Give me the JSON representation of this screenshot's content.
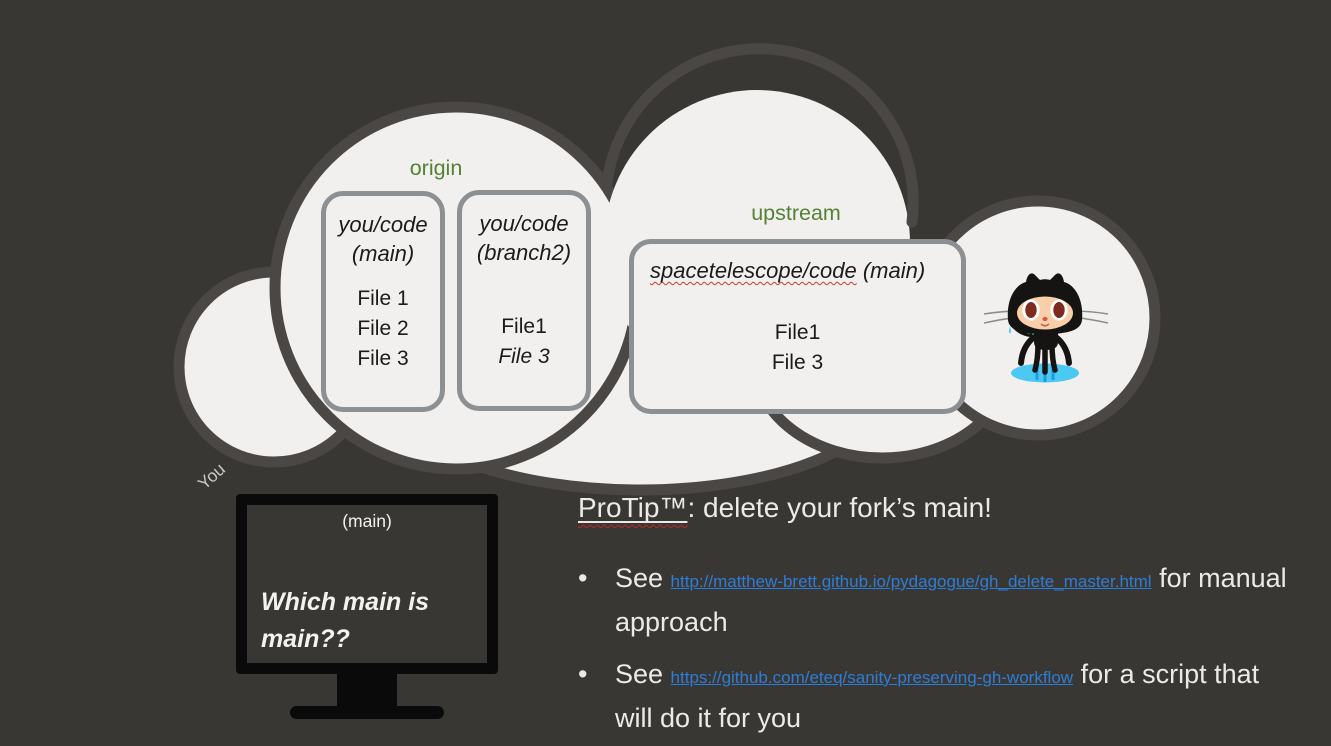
{
  "colors": {
    "background": "#393734",
    "cloud_fill": "#f1f0ee",
    "cloud_outline": "#4a4745",
    "box_border": "#8d9093",
    "label_green": "#538135",
    "link_blue": "#2f7cd6",
    "light_text": "#eceae8",
    "squiggle_red": "#c43a31",
    "octocat_puddle": "#4cc9f2"
  },
  "cloud": {
    "origin_label": "origin",
    "upstream_label": "upstream"
  },
  "boxes": {
    "origin_main": {
      "title": "you/code",
      "branch": "(main)",
      "files": [
        "File 1",
        "File 2",
        "File 3"
      ]
    },
    "origin_branch2": {
      "title": "you/code",
      "branch": "(branch2)",
      "files": [
        "File1",
        "File 3"
      ]
    },
    "upstream": {
      "title_flagged": "spacetelescope/code",
      "title_rest": " (main)",
      "files": [
        "File1",
        "File 3"
      ]
    }
  },
  "you": {
    "label": "You"
  },
  "monitor": {
    "branch_label": "(main)",
    "question": "Which main is main??"
  },
  "protip": {
    "heading_brand": "ProTip™",
    "heading_rest": ": delete your fork’s main!",
    "bullet_char": "•",
    "bullets": [
      {
        "prefix": "See ",
        "link_text": "http://matthew-brett.github.io/pydagogue/gh_delete_master.html",
        "suffix": " for manual approach"
      },
      {
        "prefix": "See ",
        "link_text": "https://github.com/eteq/sanity-preserving-gh-workflow",
        "suffix": " for a script that will do it for you"
      }
    ]
  }
}
